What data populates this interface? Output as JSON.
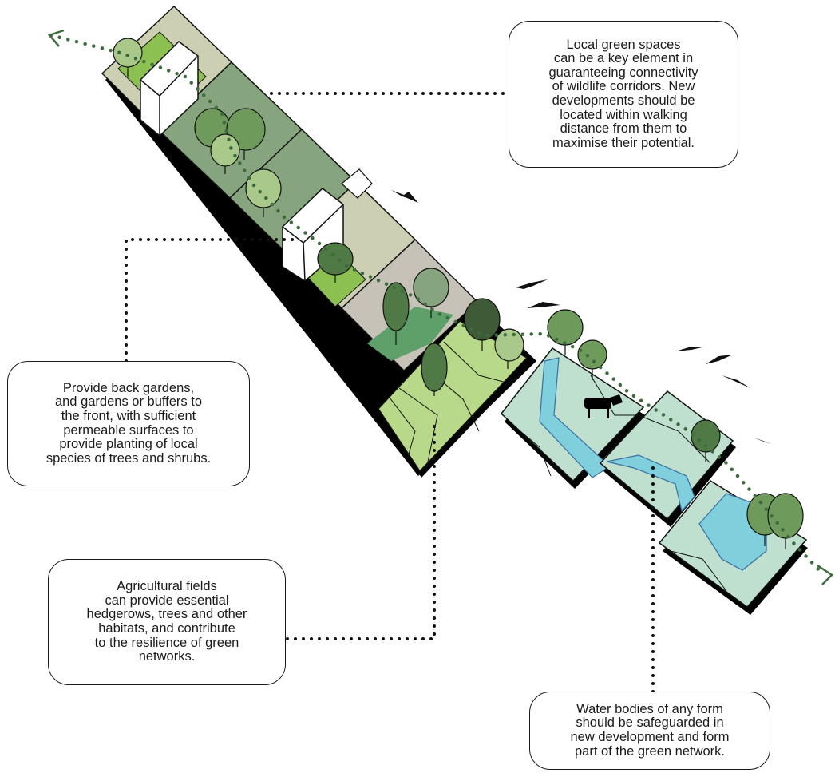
{
  "callouts": {
    "green_spaces": "Local green spaces\ncan be a key element in\nguaranteeing connectivity\nof wildlife corridors. New\ndevelopments should be\nlocated within walking\ndistance from them to\nmaximise their potential.",
    "gardens": "Provide back gardens,\nand gardens or buffers to\nthe front, with sufficient\npermeable surfaces to\nprovide planting of local\nspecies of trees and shrubs.",
    "agriculture": "Agricultural fields\ncan provide essential\nhedgerows,  trees and other\nhabitats, and contribute\nto the resilience of green\nnetworks.",
    "water": "Water bodies of any form\nshould be safeguarded in\nnew development and form\npart of the green network."
  },
  "colors": {
    "light_green": "#8cc152",
    "dark_green_block": "#86a47e",
    "beige_block": "#cccfb2",
    "grey_block": "#c7c2b8",
    "field_green": "#b9d98a",
    "pale_aqua": "#bfe0cf",
    "water": "#7fcfdc",
    "corridor_dots": "#3d6b3d",
    "tree_dark": "#4f7a45",
    "tree_mid": "#6e9a5c",
    "tree_light": "#a9c98a"
  },
  "icons": [
    "arrow-left-icon",
    "arrow-right-icon",
    "house-icon",
    "tree-icon",
    "bird-icon",
    "cow-icon"
  ]
}
